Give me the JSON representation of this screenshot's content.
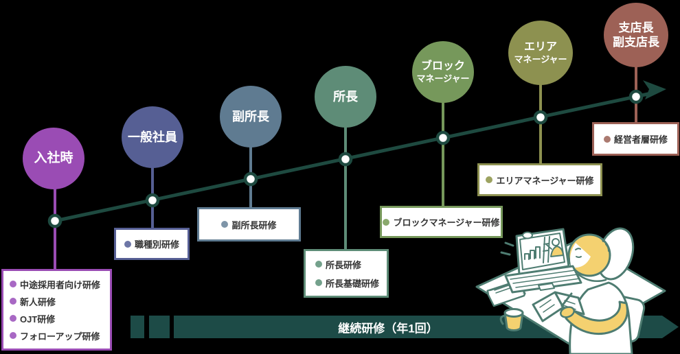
{
  "line_color": "#1e4a40",
  "continuous_bar": {
    "label": "継続研修（年1回）",
    "color": "#1d4b47"
  },
  "stages": [
    {
      "circle_lines": [
        "入社時"
      ],
      "color": "#9a4cb4",
      "bullet_color": "#a868c4",
      "trainings": [
        "中途採用者向け研修",
        "新人研修",
        "OJT研修",
        "フォローアップ研修"
      ]
    },
    {
      "circle_lines": [
        "一般社員"
      ],
      "color": "#565f94",
      "bullet_color": "#6d76a6",
      "trainings": [
        "職種別研修"
      ]
    },
    {
      "circle_lines": [
        "副所長"
      ],
      "color": "#5f7b91",
      "bullet_color": "#7e95a8",
      "trainings": [
        "副所長研修"
      ]
    },
    {
      "circle_lines": [
        "所長"
      ],
      "color": "#5e8c77",
      "bullet_color": "#74a18c",
      "trainings": [
        "所長研修",
        "所長基礎研修"
      ]
    },
    {
      "circle_lines": [
        "ブロック",
        "マネージャー"
      ],
      "color": "#76985b",
      "bullet_color": "#8aa96d",
      "trainings": [
        "ブロックマネージャー研修"
      ]
    },
    {
      "circle_lines": [
        "エリア",
        "マネージャー"
      ],
      "color": "#8d9150",
      "bullet_color": "#9da361",
      "trainings": [
        "エリアマネージャー研修"
      ]
    },
    {
      "circle_lines": [
        "支店長",
        "副支店長"
      ],
      "color": "#9d6156",
      "bullet_color": "#ab7a70",
      "trainings": [
        "経営者層研修"
      ]
    }
  ],
  "icons": {
    "illustration": "online-learning-person-at-desk"
  }
}
